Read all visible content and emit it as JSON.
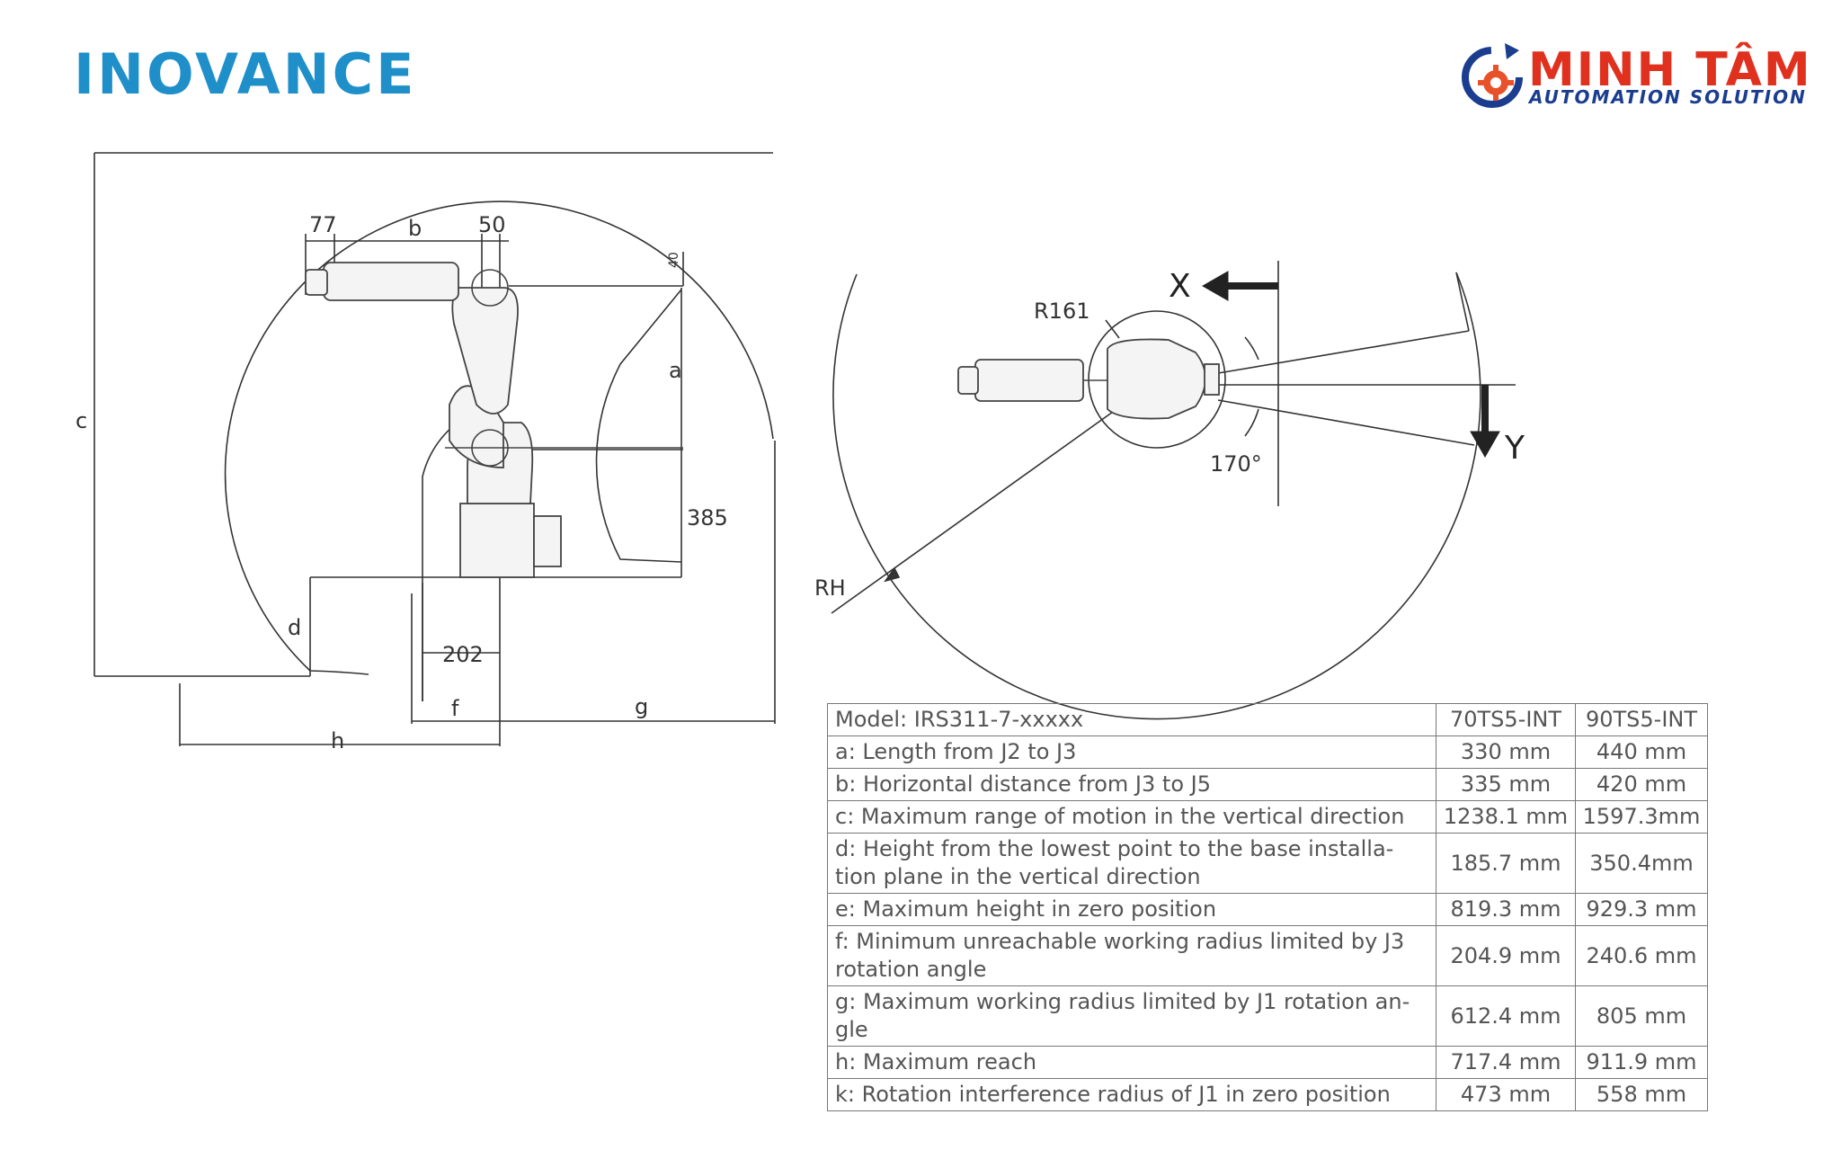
{
  "header": {
    "brand_left": "INOVANCE",
    "brand_right_name": "MINH TÂM",
    "brand_right_tagline": "AUTOMATION SOLUTION",
    "colors": {
      "inovance_blue": "#1f8fc9",
      "minhtam_red": "#e0311f",
      "minhtam_navy": "#1a3d8f",
      "gear_orange": "#e8522a"
    }
  },
  "side_view": {
    "labels": {
      "d77": "77",
      "b": "b",
      "d50": "50",
      "d40": "40",
      "a": "a",
      "c": "c",
      "d385": "385",
      "d": "d",
      "d202": "202",
      "f": "f",
      "g": "g",
      "h": "h"
    }
  },
  "top_view": {
    "labels": {
      "x": "X",
      "y": "Y",
      "r161": "R161",
      "angle": "170°",
      "rh": "RH"
    }
  },
  "spec_table": {
    "header": {
      "model": "Model: IRS311-7-xxxxx",
      "col1": "70TS5-INT",
      "col2": "90TS5-INT"
    },
    "rows": [
      {
        "desc": "a: Length from J2 to J3",
        "v1": "330 mm",
        "v2": "440 mm"
      },
      {
        "desc": "b: Horizontal distance from J3 to J5",
        "v1": "335 mm",
        "v2": "420 mm"
      },
      {
        "desc": "c: Maximum range of motion in the vertical direction",
        "v1": "1238.1 mm",
        "v2": "1597.3mm"
      },
      {
        "desc": "d: Height from the lowest point to the base installa-tion plane in the vertical direction",
        "v1": "185.7 mm",
        "v2": "350.4mm"
      },
      {
        "desc": "e: Maximum height in zero position",
        "v1": "819.3 mm",
        "v2": "929.3 mm"
      },
      {
        "desc": "f: Minimum unreachable working radius limited by J3 rotation angle",
        "v1": "204.9 mm",
        "v2": "240.6 mm"
      },
      {
        "desc": "g: Maximum working radius limited by J1 rotation an-gle",
        "v1": "612.4 mm",
        "v2": "805 mm"
      },
      {
        "desc": "h: Maximum reach",
        "v1": "717.4 mm",
        "v2": "911.9 mm"
      },
      {
        "desc": "k: Rotation interference radius of J1 in zero position",
        "v1": "473 mm",
        "v2": "558 mm"
      }
    ]
  }
}
